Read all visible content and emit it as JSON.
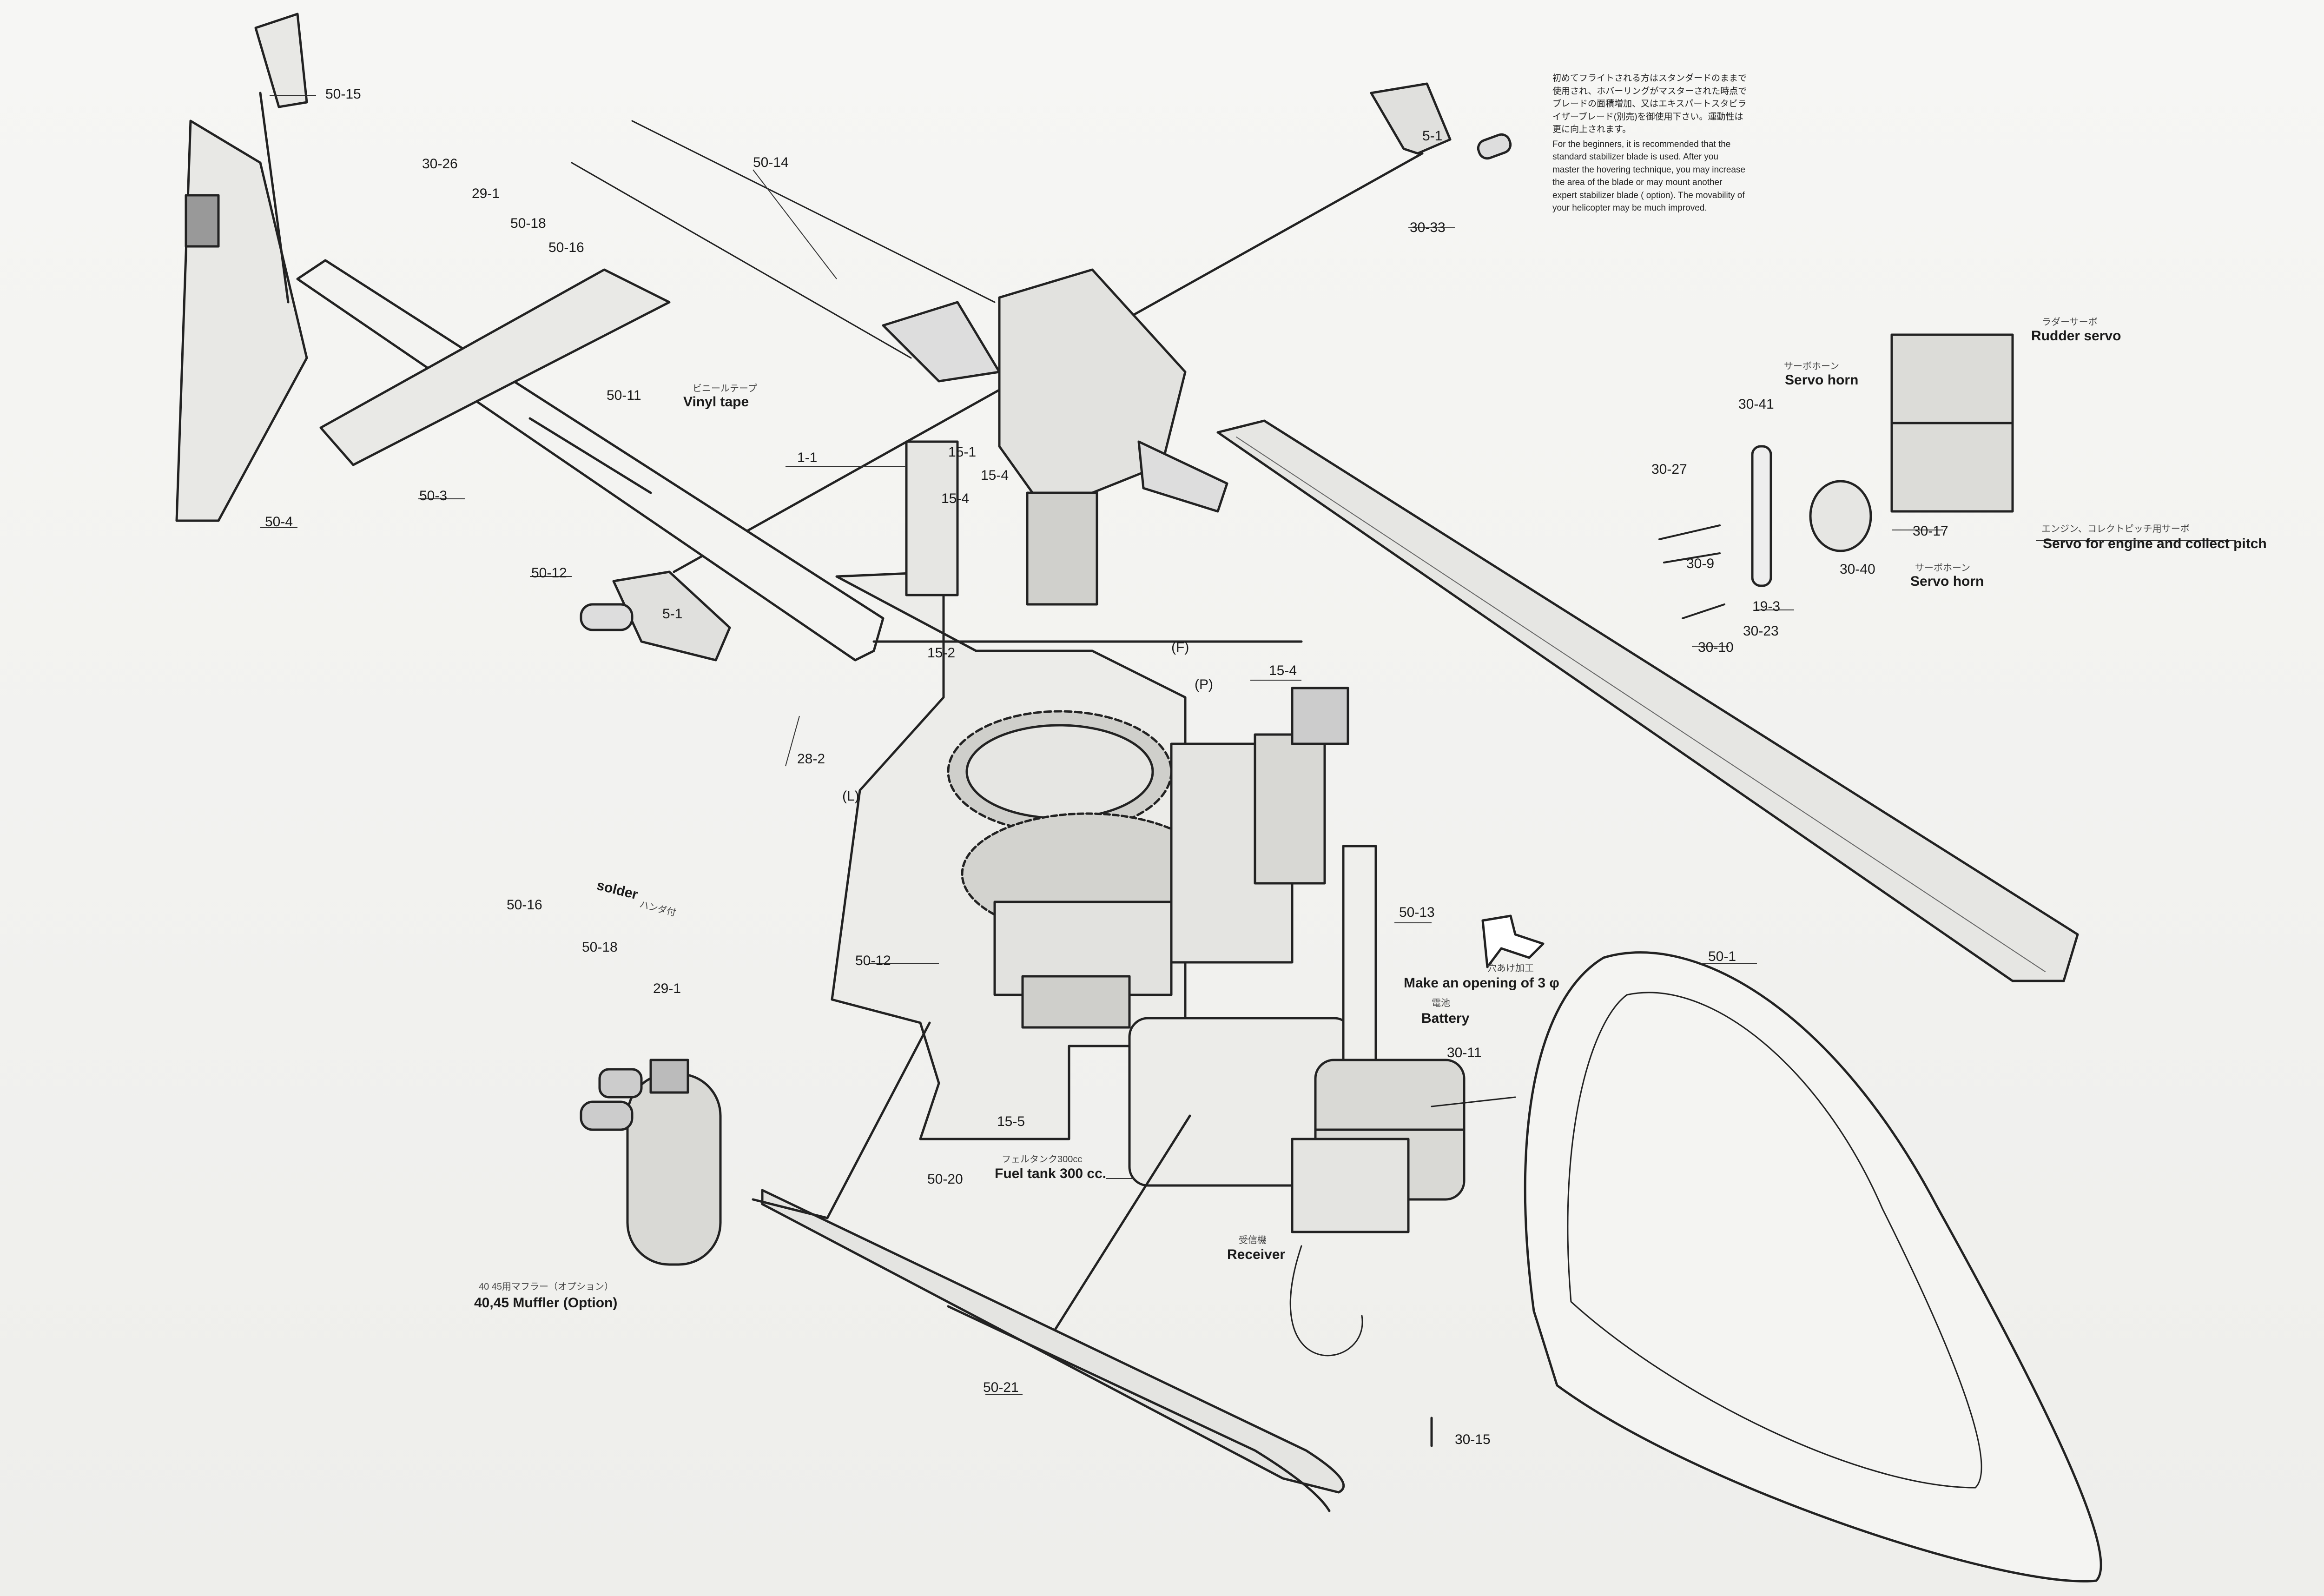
{
  "page_id": "F－4",
  "note": {
    "jp": "初めてフライトされる方はスタンダードのままで使用され、ホバーリングがマスターされた時点でブレードの面積増加、又はエキスパートスタビライザーブレード(別売)を御使用下さい。運動性は更に向上されます。",
    "en": "For the beginners, it is recommended that the standard stabilizer blade is used. After you master the hovering technique, you may increase the area of the blade or may mount another expert stabilizer blade ( option). The movability of your helicopter may be much improved."
  },
  "labels": {
    "p50_15": "50-15",
    "p30_26": "30-26",
    "p29_1a": "29-1",
    "p50_18a": "50-18",
    "p50_16a": "50-16",
    "p50_14": "50-14",
    "p50_11": "50-11",
    "vinyl_jp": "ビニールテープ",
    "vinyl_en": "Vinyl tape",
    "p1_1": "1-1",
    "p50_3": "50-3",
    "p50_4": "50-4",
    "p50_12a": "50-12",
    "p5_1a": "5-1",
    "p5_1b": "5-1",
    "p30_33": "30-33",
    "p15_1": "15-1",
    "p15_4a": "15-4",
    "p15_4b": "15-4",
    "p15_4c": "15-4",
    "p15_2": "15-2",
    "pF": "(F)",
    "pP": "(P)",
    "pL": "(L)",
    "p28_2": "28-2",
    "p50_16b": "50-16",
    "solder_en": "solder",
    "solder_jp": "ハンダ付",
    "p50_18b": "50-18",
    "p29_1b": "29-1",
    "p50_12b": "50-12",
    "p15_5": "15-5",
    "p50_20": "50-20",
    "fuel_jp": "フェルタンク300cc",
    "fuel_en": "Fuel tank 300 cc.",
    "muffler_jp": "40 45用マフラー（オプション）",
    "muffler_en": "40,45 Muffler (Option)",
    "p50_21": "50-21",
    "receiver_jp": "受信機",
    "receiver_en": "Receiver",
    "p30_15": "30-15",
    "p50_13": "50-13",
    "opening_jp": "穴あけ加工",
    "opening_en": "Make an opening of 3 φ",
    "battery_jp": "電池",
    "battery_en": "Battery",
    "p30_11": "30-11",
    "p50_1": "50-1",
    "servo_horn_jp_a": "サーボホーン",
    "servo_horn_en_a": "Servo horn",
    "rudder_jp": "ラダーサーボ",
    "rudder_en": "Rudder servo",
    "p30_41": "30-41",
    "p30_27": "30-27",
    "p30_9": "30-9",
    "p30_10": "30-10",
    "p30_23": "30-23",
    "p19_3": "19-3",
    "p30_40": "30-40",
    "servo_horn_jp_b": "サーボホーン",
    "servo_horn_en_b": "Servo horn",
    "p30_17": "30-17",
    "engine_servo_jp": "エンジン、コレクトピッチ用サーボ",
    "engine_servo_en": "Servo for engine and collect pitch"
  }
}
